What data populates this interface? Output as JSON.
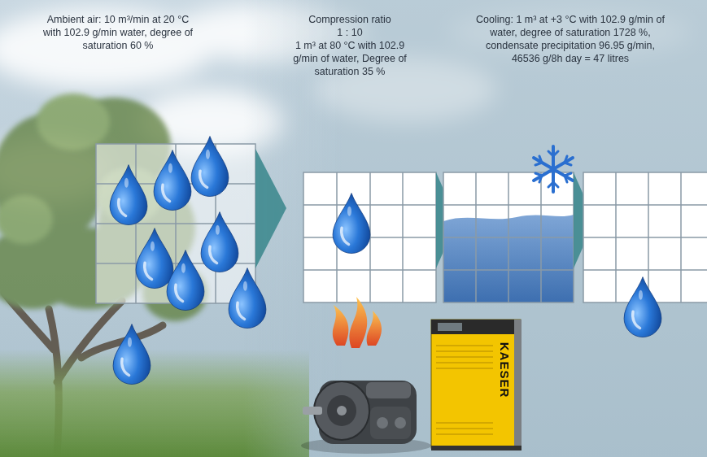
{
  "diagram": {
    "labels": [
      "Ambient air: 10 m³/min at 20 °C with 102.9 g/min water, degree of saturation 60 %",
      "Compression ratio",
      "1 : 10",
      "1 m³ at 80 °C with 102.9 g/min of water, Degree of saturation 35 %",
      "Cooling: 1 m³ at +3 °C with 102.9 g/min of water, degree of saturation 1728 %, condensate precipitation 96.95 g/min, 46536 g/8h day = 47 litres",
      "KAESER"
    ]
  }
}
